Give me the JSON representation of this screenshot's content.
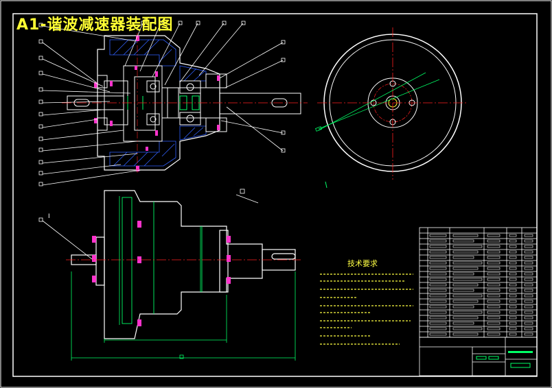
{
  "drawing": {
    "title": "A1-谐波减速器装配图",
    "requirements_title": "技术要求",
    "view_label": "Ⅰ",
    "colors": {
      "background": "#000000",
      "outline": "#ffffff",
      "centerline": "#ff2020",
      "hatch": "#3060ff",
      "leader": "#ffffff",
      "dimension": "#00ff66",
      "fastener": "#ff33cc",
      "note": "#ffff44"
    }
  }
}
